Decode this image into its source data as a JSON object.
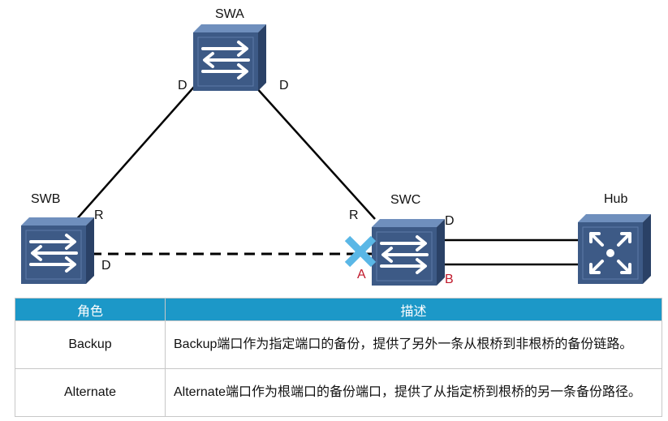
{
  "switches": {
    "swa": {
      "name": "SWA"
    },
    "swb": {
      "name": "SWB"
    },
    "swc": {
      "name": "SWC"
    },
    "hub": {
      "name": "Hub"
    }
  },
  "port_labels": {
    "swa_left": "D",
    "swa_right": "D",
    "swb_up": "R",
    "swb_right": "D",
    "swc_up": "R",
    "swc_right_top": "D",
    "swc_blocked": "A",
    "swc_right_bottom": "B"
  },
  "colors": {
    "device_face": "#3d5a86",
    "device_top": "#6f8fbd",
    "device_side": "#2a4166",
    "header": "#1c98c8",
    "blocked_mark": "#5ab7e6",
    "accent_text": "#c0182a"
  },
  "table": {
    "headers": [
      "角色",
      "描述"
    ],
    "rows": [
      {
        "role": "Backup",
        "desc": "Backup端口作为指定端口的备份，提供了另外一条从根桥到非根桥的备份链路。"
      },
      {
        "role": "Alternate",
        "desc": "Alternate端口作为根端口的备份端口，提供了从指定桥到根桥的另一条备份路径。"
      }
    ]
  }
}
